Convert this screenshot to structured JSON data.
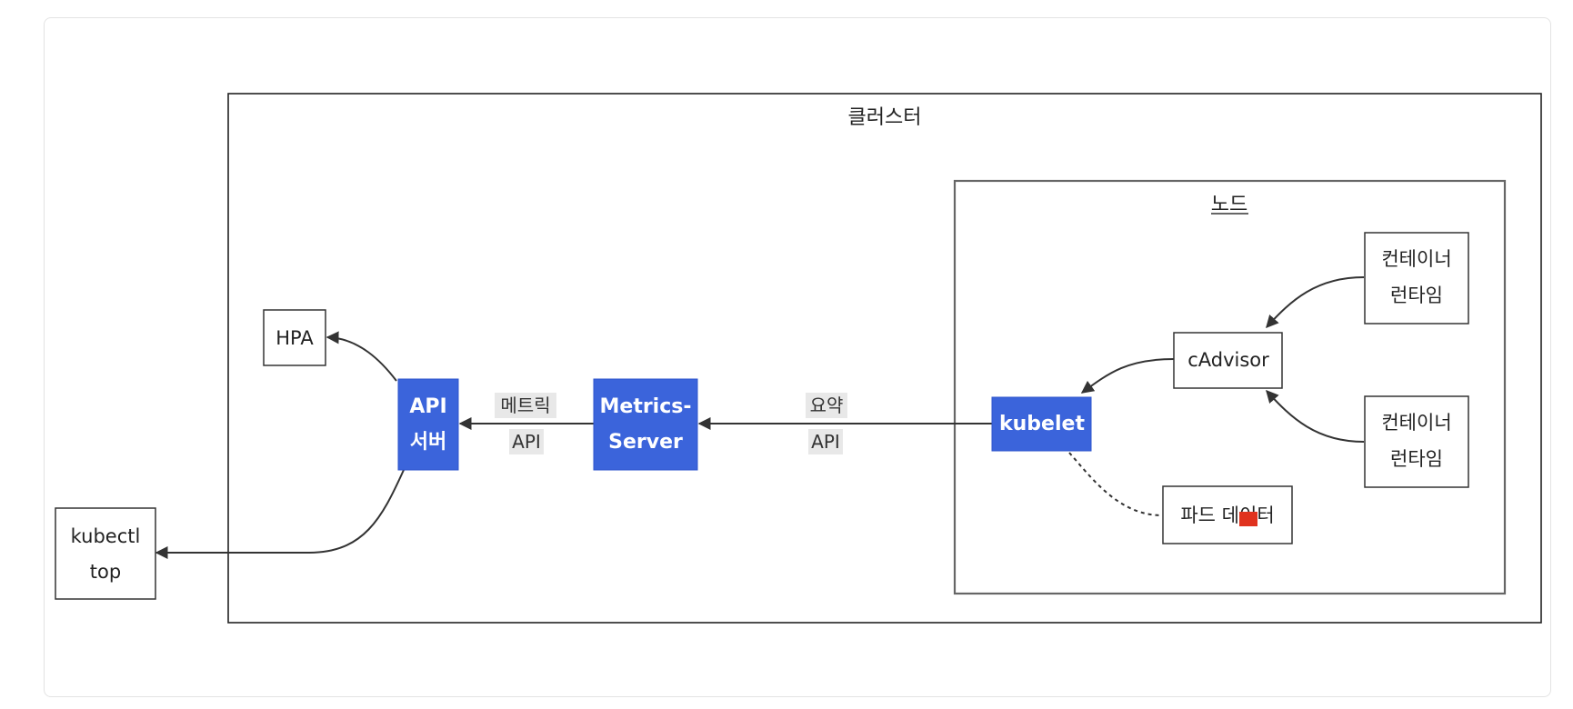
{
  "diagram": {
    "cluster_title": "클러스터",
    "node_title": "노드",
    "nodes": {
      "hpa": "HPA",
      "api_server": [
        "API",
        "서버"
      ],
      "metrics_server": [
        "Metrics-",
        "Server"
      ],
      "kubelet": "kubelet",
      "cadvisor": "cAdvisor",
      "runtime_top": [
        "컨테이너",
        "런타임"
      ],
      "runtime_bottom": [
        "컨테이너",
        "런타임"
      ],
      "pod_data": "파드 데이터",
      "kubectl_top": [
        "kubectl",
        "top"
      ]
    },
    "edges": {
      "metrics_api": [
        "메트릭",
        "API"
      ],
      "summary_api": [
        "요약",
        "API"
      ]
    },
    "colors": {
      "accent": "#3b64db",
      "marker": "#e0321e"
    }
  }
}
